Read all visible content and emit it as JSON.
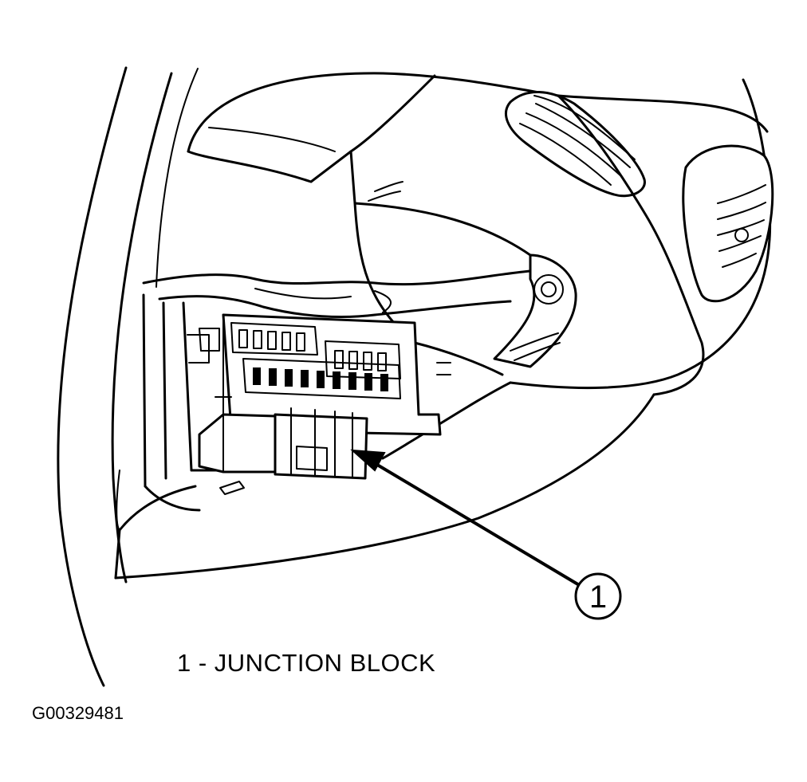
{
  "diagram": {
    "callout": {
      "number": "1",
      "target": "junction-block"
    },
    "legend": [
      {
        "number": "1",
        "label": "1 - JUNCTION BLOCK"
      }
    ],
    "figure_id": "G00329481"
  }
}
